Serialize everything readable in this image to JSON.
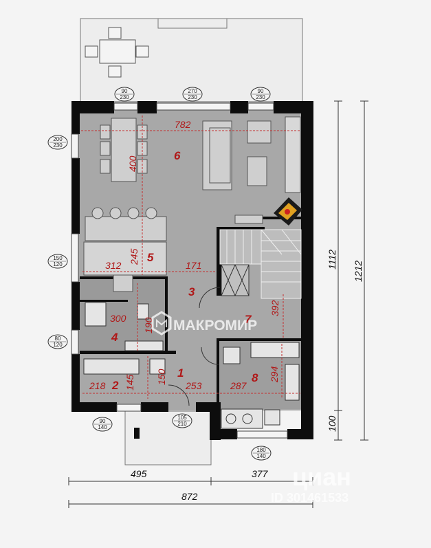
{
  "rooms": [
    {
      "id": "6",
      "label": "6"
    },
    {
      "id": "5",
      "label": "5"
    },
    {
      "id": "3",
      "label": "3"
    },
    {
      "id": "7",
      "label": "7"
    },
    {
      "id": "4",
      "label": "4"
    },
    {
      "id": "2",
      "label": "2"
    },
    {
      "id": "1",
      "label": "1"
    },
    {
      "id": "8",
      "label": "8"
    }
  ],
  "inner_dimensions": {
    "d782": "782",
    "d400": "400",
    "d245": "245",
    "d312": "312",
    "d171": "171",
    "d300": "300",
    "d190": "190",
    "d392": "392",
    "d218": "218",
    "d145": "145",
    "d150": "150",
    "d253": "253",
    "d287": "287",
    "d294": "294"
  },
  "outer_dimensions": {
    "right_inner": "1112",
    "right_outer": "1212",
    "right_bottom": "100",
    "bottom_left": "495",
    "bottom_right": "377",
    "bottom_total": "872"
  },
  "openings": [
    {
      "top": "90",
      "bottom": "230"
    },
    {
      "top": "270",
      "bottom": "230"
    },
    {
      "top": "90",
      "bottom": "230"
    },
    {
      "top": "200",
      "bottom": "230"
    },
    {
      "top": "150",
      "bottom": "120"
    },
    {
      "top": "80",
      "bottom": "120"
    },
    {
      "top": "90",
      "bottom": "140"
    },
    {
      "top": "105",
      "bottom": "210"
    },
    {
      "top": "180",
      "bottom": "140"
    }
  ],
  "watermarks": {
    "brand": "МАКРОМИР",
    "cian": "циан",
    "listing_id": "ID 301461533"
  },
  "colors": {
    "floor": "#a8a8a8",
    "wall": "#0d0d0d",
    "dimension_red": "#b01818",
    "terrace": "#ededed"
  }
}
